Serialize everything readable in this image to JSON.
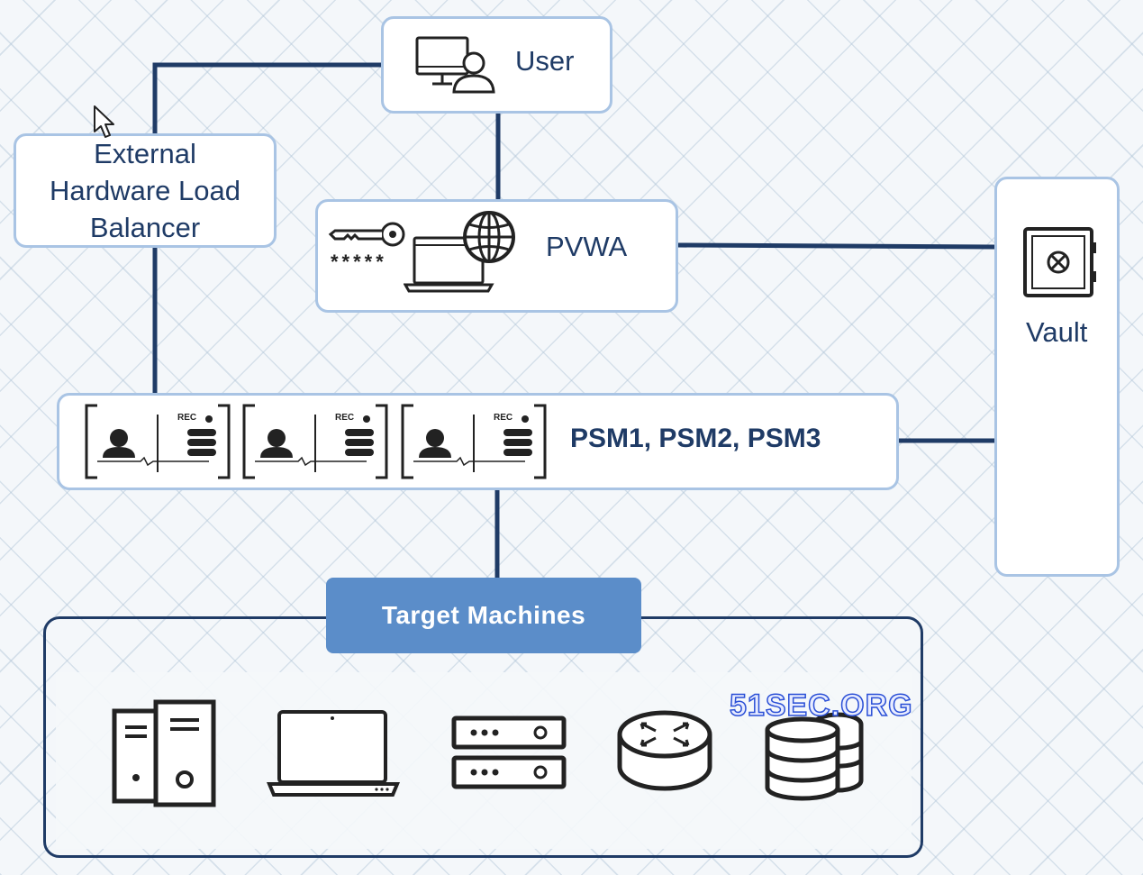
{
  "nodes": {
    "user": {
      "label": "User"
    },
    "load_balancer": {
      "label_lines": [
        "External",
        "Hardware Load",
        "Balancer"
      ]
    },
    "pvwa": {
      "label": "PVWA",
      "password_mask": "*****"
    },
    "vault": {
      "label": "Vault"
    },
    "psm": {
      "label": "PSM1, PSM2, PSM3",
      "rec_label": "REC"
    },
    "targets": {
      "label": "Target Machines",
      "devices": [
        "server-tower",
        "laptop",
        "rack-server",
        "router",
        "database"
      ]
    }
  },
  "watermark": "51SEC.ORG",
  "colors": {
    "connector": "#1f3b66",
    "box_border": "#a9c4e4",
    "header_fill": "#5b8dc9",
    "text": "#1f3b66"
  }
}
